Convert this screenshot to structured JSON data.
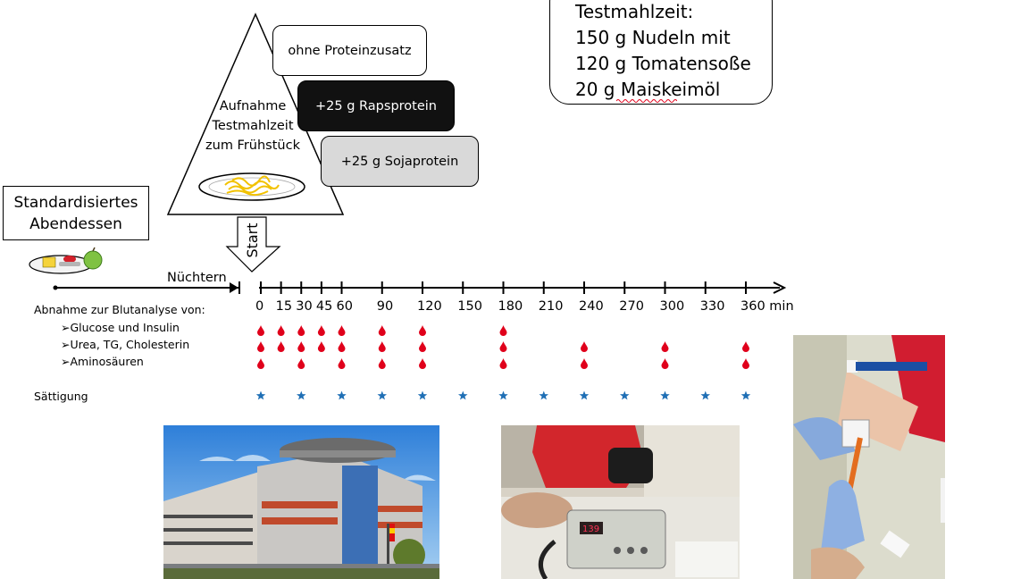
{
  "meal_box": {
    "lines": [
      "Testmahlzeit:",
      "150 g Nudeln mit",
      "120 g Tomatensoße",
      "20 g Maiskeimöl"
    ]
  },
  "triangle": {
    "lines": [
      "Aufnahme",
      "Testmahlzeit",
      "zum Frühstück"
    ]
  },
  "variants": {
    "none": "ohne Proteinzusatz",
    "rapeseed": "+25 g Rapsprotein",
    "soy": "+25 g Sojaprotein"
  },
  "evening": {
    "lines": [
      "Standardisiertes",
      "Abendessen"
    ]
  },
  "start_label": "Start",
  "fasting_label": "Nüchtern",
  "timeline": {
    "ticks": [
      0,
      15,
      30,
      45,
      60,
      90,
      120,
      150,
      180,
      210,
      240,
      270,
      300,
      330,
      360
    ],
    "unit": "min"
  },
  "sampling": {
    "header": "Abnahme zur Blutanalyse von:",
    "rows": [
      {
        "label": "➢Glucose und Insulin",
        "times": [
          0,
          15,
          30,
          45,
          60,
          90,
          120,
          180
        ]
      },
      {
        "label": "➢Urea, TG, Cholesterin",
        "times": [
          0,
          15,
          30,
          45,
          60,
          90,
          120,
          180,
          240,
          300,
          360
        ]
      },
      {
        "label": "➢Aminosäuren",
        "times": [
          0,
          30,
          60,
          90,
          120,
          180,
          240,
          300,
          360
        ]
      }
    ],
    "satiety_label": "Sättigung",
    "satiety_times": [
      0,
      30,
      60,
      90,
      120,
      150,
      180,
      210,
      240,
      270,
      300,
      330,
      360
    ]
  },
  "colors": {
    "drop": "#e0001b",
    "star": "#1f6fb5",
    "rapeseed_fill": "#111111",
    "soy_fill": "#d9d9d9"
  },
  "icons": {
    "drop": "blood-drop-icon",
    "star": "star-icon"
  }
}
